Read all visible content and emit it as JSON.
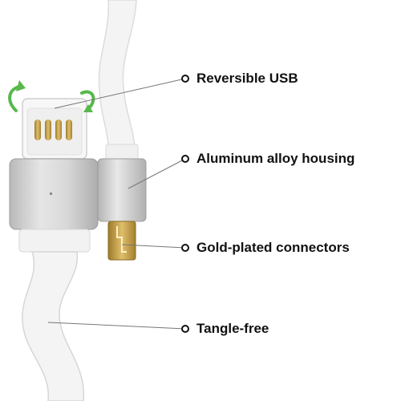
{
  "callouts": {
    "reversible_usb": "Reversible USB",
    "aluminum_housing": "Aluminum alloy housing",
    "gold_connectors": "Gold-plated connectors",
    "tangle_free": "Tangle-free"
  },
  "colors": {
    "cable": "#f3f3f3",
    "cable_edge": "#d6d6d6",
    "aluminum": "#c8c8c8",
    "gold": "#c9a24a",
    "arrow_green": "#57b84b",
    "leader": "#777777"
  }
}
